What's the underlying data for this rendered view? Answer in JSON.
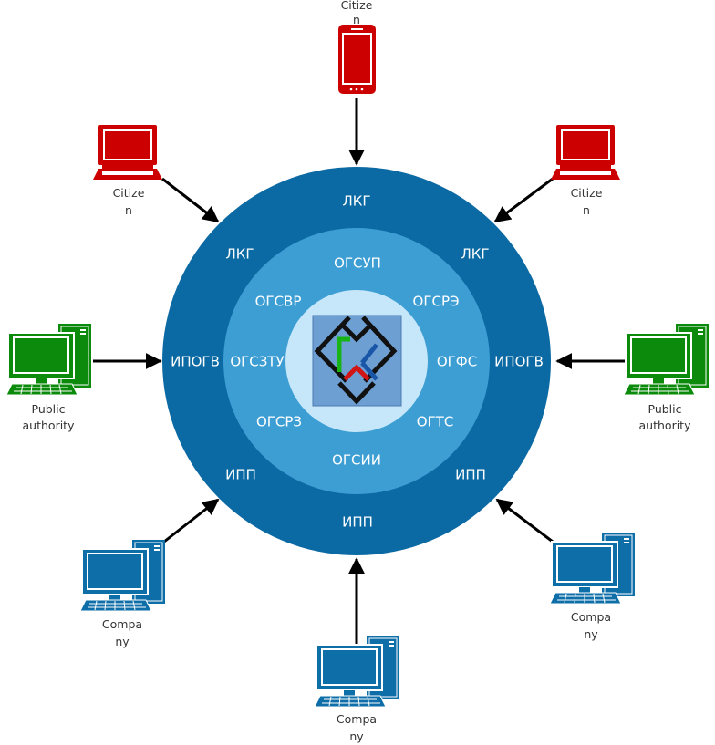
{
  "colors": {
    "outer_ring": "#0b69a3",
    "middle_ring": "#3d9ed4",
    "inner_disc": "#c6e7f9",
    "logo_bg": "#6e9fd3",
    "citizen_device": "#cc0000",
    "authority_device": "#0b8a0b",
    "company_device": "#0d6ea8",
    "arrow": "#000000"
  },
  "rings": {
    "outer": {
      "top": "ЛКГ",
      "upper_left": "ЛКГ",
      "upper_right": "ЛКГ",
      "left": "ИПОГВ",
      "right": "ИПОГВ",
      "lower_left": "ИПП",
      "lower_right": "ИПП",
      "bottom": "ИПП"
    },
    "middle": {
      "top": "ОГСУП",
      "upper_left": "ОГСВР",
      "upper_right": "ОГСРЭ",
      "left": "ОГСЗТУ",
      "right": "ОГФС",
      "lower_left": "ОГСРЗ",
      "lower_right": "ОГТС",
      "bottom": "ОГСИИ"
    }
  },
  "nodes": {
    "citizen_top": {
      "icon": "smartphone-icon",
      "line1": "Citize",
      "line2": "n"
    },
    "citizen_left": {
      "icon": "laptop-icon",
      "line1": "Citize",
      "line2": "n"
    },
    "citizen_right": {
      "icon": "laptop-icon",
      "line1": "Citize",
      "line2": "n"
    },
    "authority_left": {
      "icon": "desktop-computer-icon",
      "line1": "Public",
      "line2": "authority"
    },
    "authority_right": {
      "icon": "desktop-computer-icon",
      "line1": "Public",
      "line2": "authority"
    },
    "company_left": {
      "icon": "desktop-computer-icon",
      "line1": "Compa",
      "line2": "ny"
    },
    "company_bottom": {
      "icon": "desktop-computer-icon",
      "line1": "Compa",
      "line2": "ny"
    },
    "company_right": {
      "icon": "desktop-computer-icon",
      "line1": "Compa",
      "line2": "ny"
    }
  },
  "center_logo": {
    "icon": "platform-logo-icon"
  }
}
